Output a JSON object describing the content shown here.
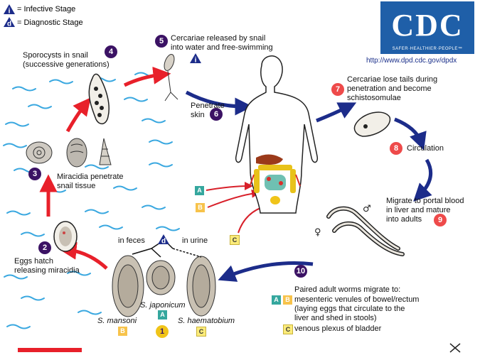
{
  "legend": {
    "infective_letter": "i",
    "infective_label": "= Infective Stage",
    "diagnostic_letter": "d",
    "diagnostic_label": "= Diagnostic Stage"
  },
  "logo": {
    "text": "CDC",
    "tagline": "SAFER·HEALTHIER·PEOPLE™",
    "url": "http://www.dpd.cdc.gov/dpdx"
  },
  "steps": {
    "s1": {
      "num": "1"
    },
    "s2": {
      "num": "2",
      "line1": "Eggs hatch",
      "line2": "releasing miracidia"
    },
    "s3": {
      "num": "3",
      "line1": "Miracidia penetrate",
      "line2": "snail tissue"
    },
    "s4": {
      "num": "4",
      "line1": "Sporocysts in snail",
      "line2": "(successive generations)"
    },
    "s5": {
      "num": "5",
      "line1": "Cercariae released by snail",
      "line2": "into water and free-swimming"
    },
    "s6": {
      "num": "6",
      "line1": "Penetrate",
      "line2": "skin"
    },
    "s7": {
      "num": "7",
      "line1": "Cercariae lose tails during",
      "line2": "penetration and become",
      "line3": "schistosomulae"
    },
    "s8": {
      "num": "8",
      "label": "Circulation"
    },
    "s9": {
      "num": "9",
      "line1": "Migrate to portal blood",
      "line2": "in liver and mature",
      "line3": "into adults"
    },
    "s10": {
      "num": "10",
      "line1": "Paired adult worms migrate to:",
      "line2": "mesenteric venules of bowel/rectum",
      "line3": "(laying eggs that circulate to the",
      "line4": "liver and shed in stools)",
      "line5": "venous plexus of bladder"
    }
  },
  "eggs": {
    "in_feces": "in feces",
    "in_urine": "in urine",
    "mansoni": "S. mansoni",
    "japonicum": "S. japonicum",
    "haematobium": "S. haematobium"
  },
  "site_labels": {
    "a": "A",
    "b": "B",
    "c": "C"
  },
  "symbols": {
    "male": "♂",
    "female": "♀"
  },
  "colors": {
    "purple": "#3b1264",
    "red_step": "#ee4a4a",
    "yellow_step": "#f0c419",
    "arrow_red": "#e8202a",
    "arrow_blue": "#1c2c8a",
    "water": "#3aa8e0",
    "site_a": "#35a79e",
    "site_b": "#f7c34b",
    "site_c": "#fbeb7a",
    "cdc_blue": "#1f5fa8"
  }
}
